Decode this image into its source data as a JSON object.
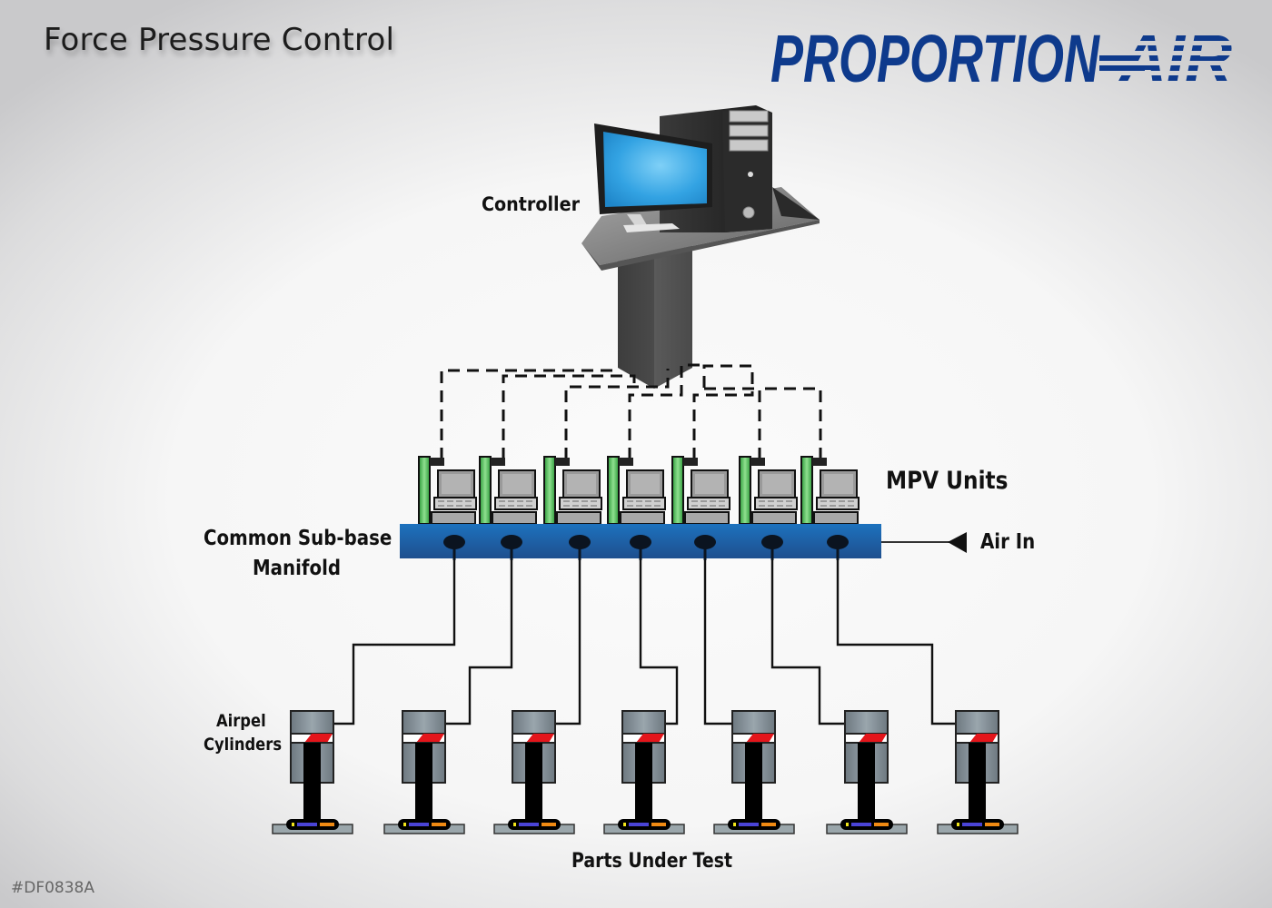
{
  "header": {
    "title": "Force Pressure Control",
    "brand": {
      "left_word": "PROPORTION",
      "right_word": "AIR",
      "color": "#0e3a8c"
    }
  },
  "labels": {
    "controller": "Controller",
    "mpv_units": "MPV Units",
    "manifold_line1": "Common Sub-base",
    "manifold_line2": "Manifold",
    "air_in": "Air In",
    "cylinders_line1": "Airpel",
    "cylinders_line2": "Cylinders",
    "parts_under_test": "Parts Under Test"
  },
  "counts": {
    "mpv_units": 7,
    "manifold_ports": 7,
    "cylinders": 7,
    "parts": 7
  },
  "colors": {
    "manifold_blue": "#1f5fa3",
    "mpv_green": "#3fb44a",
    "monitor_screen": "#3aa8e6",
    "cylinder_gray": "#7f8b93",
    "piston_red": "#e4151b",
    "part_blue": "#4a44d6",
    "part_orange": "#f08a13",
    "part_yellow": "#f2e51a"
  },
  "footer": {
    "code": "#DF0838A"
  }
}
